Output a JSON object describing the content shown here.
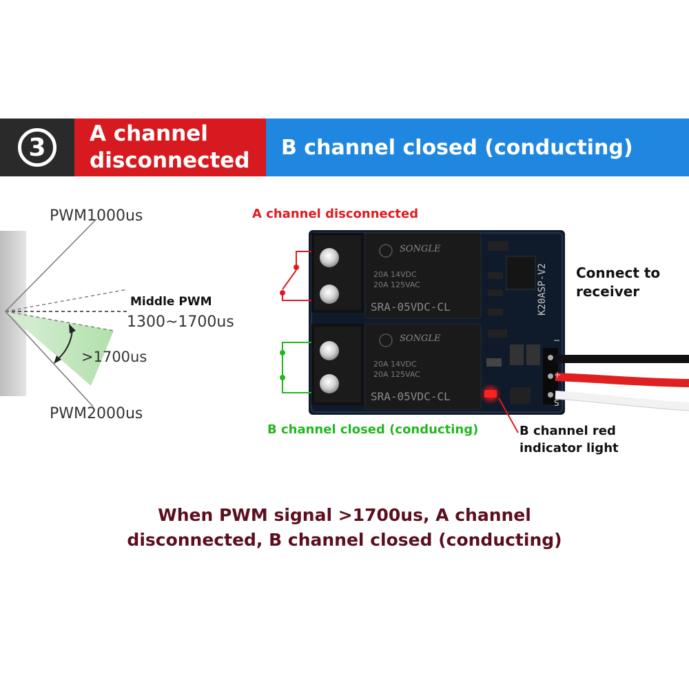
{
  "banner": {
    "step_number": "3",
    "a_channel_line1": "A channel",
    "a_channel_line2": "disconnected",
    "b_channel": "B channel closed (conducting)"
  },
  "servo_diagram": {
    "pwm_1000": "PWM1000us",
    "middle_pwm": "Middle PWM",
    "middle_range": "1300~1700us",
    "above_1700": ">1700us",
    "pwm_2000": "PWM2000us"
  },
  "board": {
    "a_channel_label": "A channel disconnected",
    "b_channel_label": "B channel closed (conducting)",
    "receiver_line1": "Connect to",
    "receiver_line2": "receiver",
    "indicator_line1": "B channel red",
    "indicator_line2": "indicator light",
    "model_marking": "K20ASP-V2",
    "relay_brand": "SONGLE",
    "relay_rating1": "20A 14VDC",
    "relay_rating2": "20A 125VAC",
    "relay_model": "SRA-05VDC-CL",
    "pin_minus": "−",
    "pin_plus": "+",
    "pin_signal": "S"
  },
  "caption": {
    "line1": "When PWM signal >1700us, A channel",
    "line2": "disconnected, B channel closed (conducting)"
  },
  "colors": {
    "banner_dark": "#2a2a2a",
    "banner_red": "#d71a1f",
    "banner_blue": "#1f87df",
    "channel_a_red": "#e01a1f",
    "channel_b_green": "#22b71f",
    "caption_maroon": "#5b0f1e",
    "pwm_zone_green": "#bfe6b8"
  }
}
